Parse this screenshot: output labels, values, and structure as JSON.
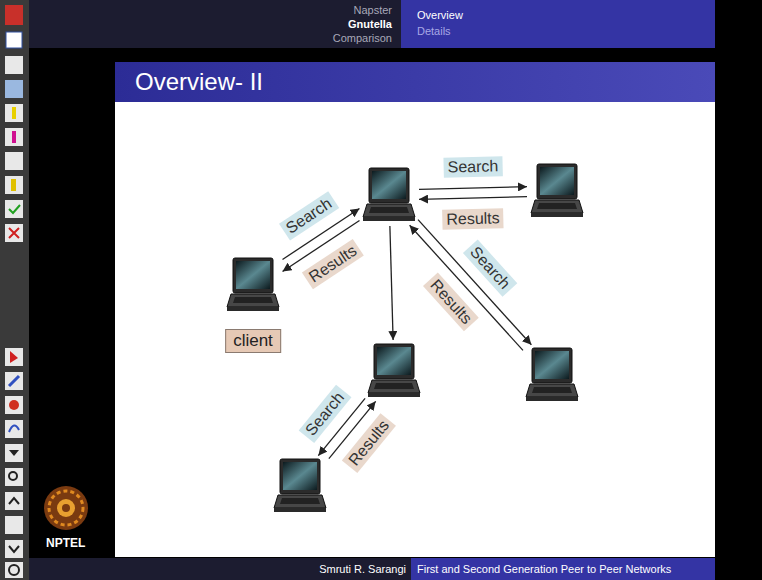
{
  "diagram": {
    "title": "Overview- II",
    "nodes": [
      {
        "text": []
      },
      {
        "text": []
      },
      {
        "text": [
          "client"
        ]
      },
      {
        "text": []
      },
      {
        "text": []
      },
      {
        "text": []
      }
    ],
    "edges": [
      {
        "from": 2,
        "to": 0,
        "arrow": "to",
        "label": "Search"
      },
      {
        "from": 0,
        "to": 2,
        "arrow": "to",
        "label": "Results"
      },
      {
        "from": 0,
        "to": 1,
        "arrow": "to",
        "label": "Search"
      },
      {
        "from": 1,
        "to": 0,
        "arrow": "to",
        "label": "Results"
      },
      {
        "from": 0,
        "to": 4,
        "arrow": "to",
        "label": "Search"
      },
      {
        "from": 4,
        "to": 0,
        "arrow": "to",
        "label": "Results"
      },
      {
        "from": 0,
        "to": 3,
        "arrow": "to"
      },
      {
        "from": 3,
        "to": 5,
        "arrow": "to",
        "label": "Search"
      },
      {
        "from": 5,
        "to": 3,
        "arrow": "to",
        "label": "Results"
      }
    ],
    "labels": [
      "Napster",
      "Gnutella",
      "Comparison",
      "Overview",
      "Details",
      "Smruti R. Sarangi",
      "First and Second Generation Peer to Peer Networks",
      "NPTEL"
    ]
  }
}
